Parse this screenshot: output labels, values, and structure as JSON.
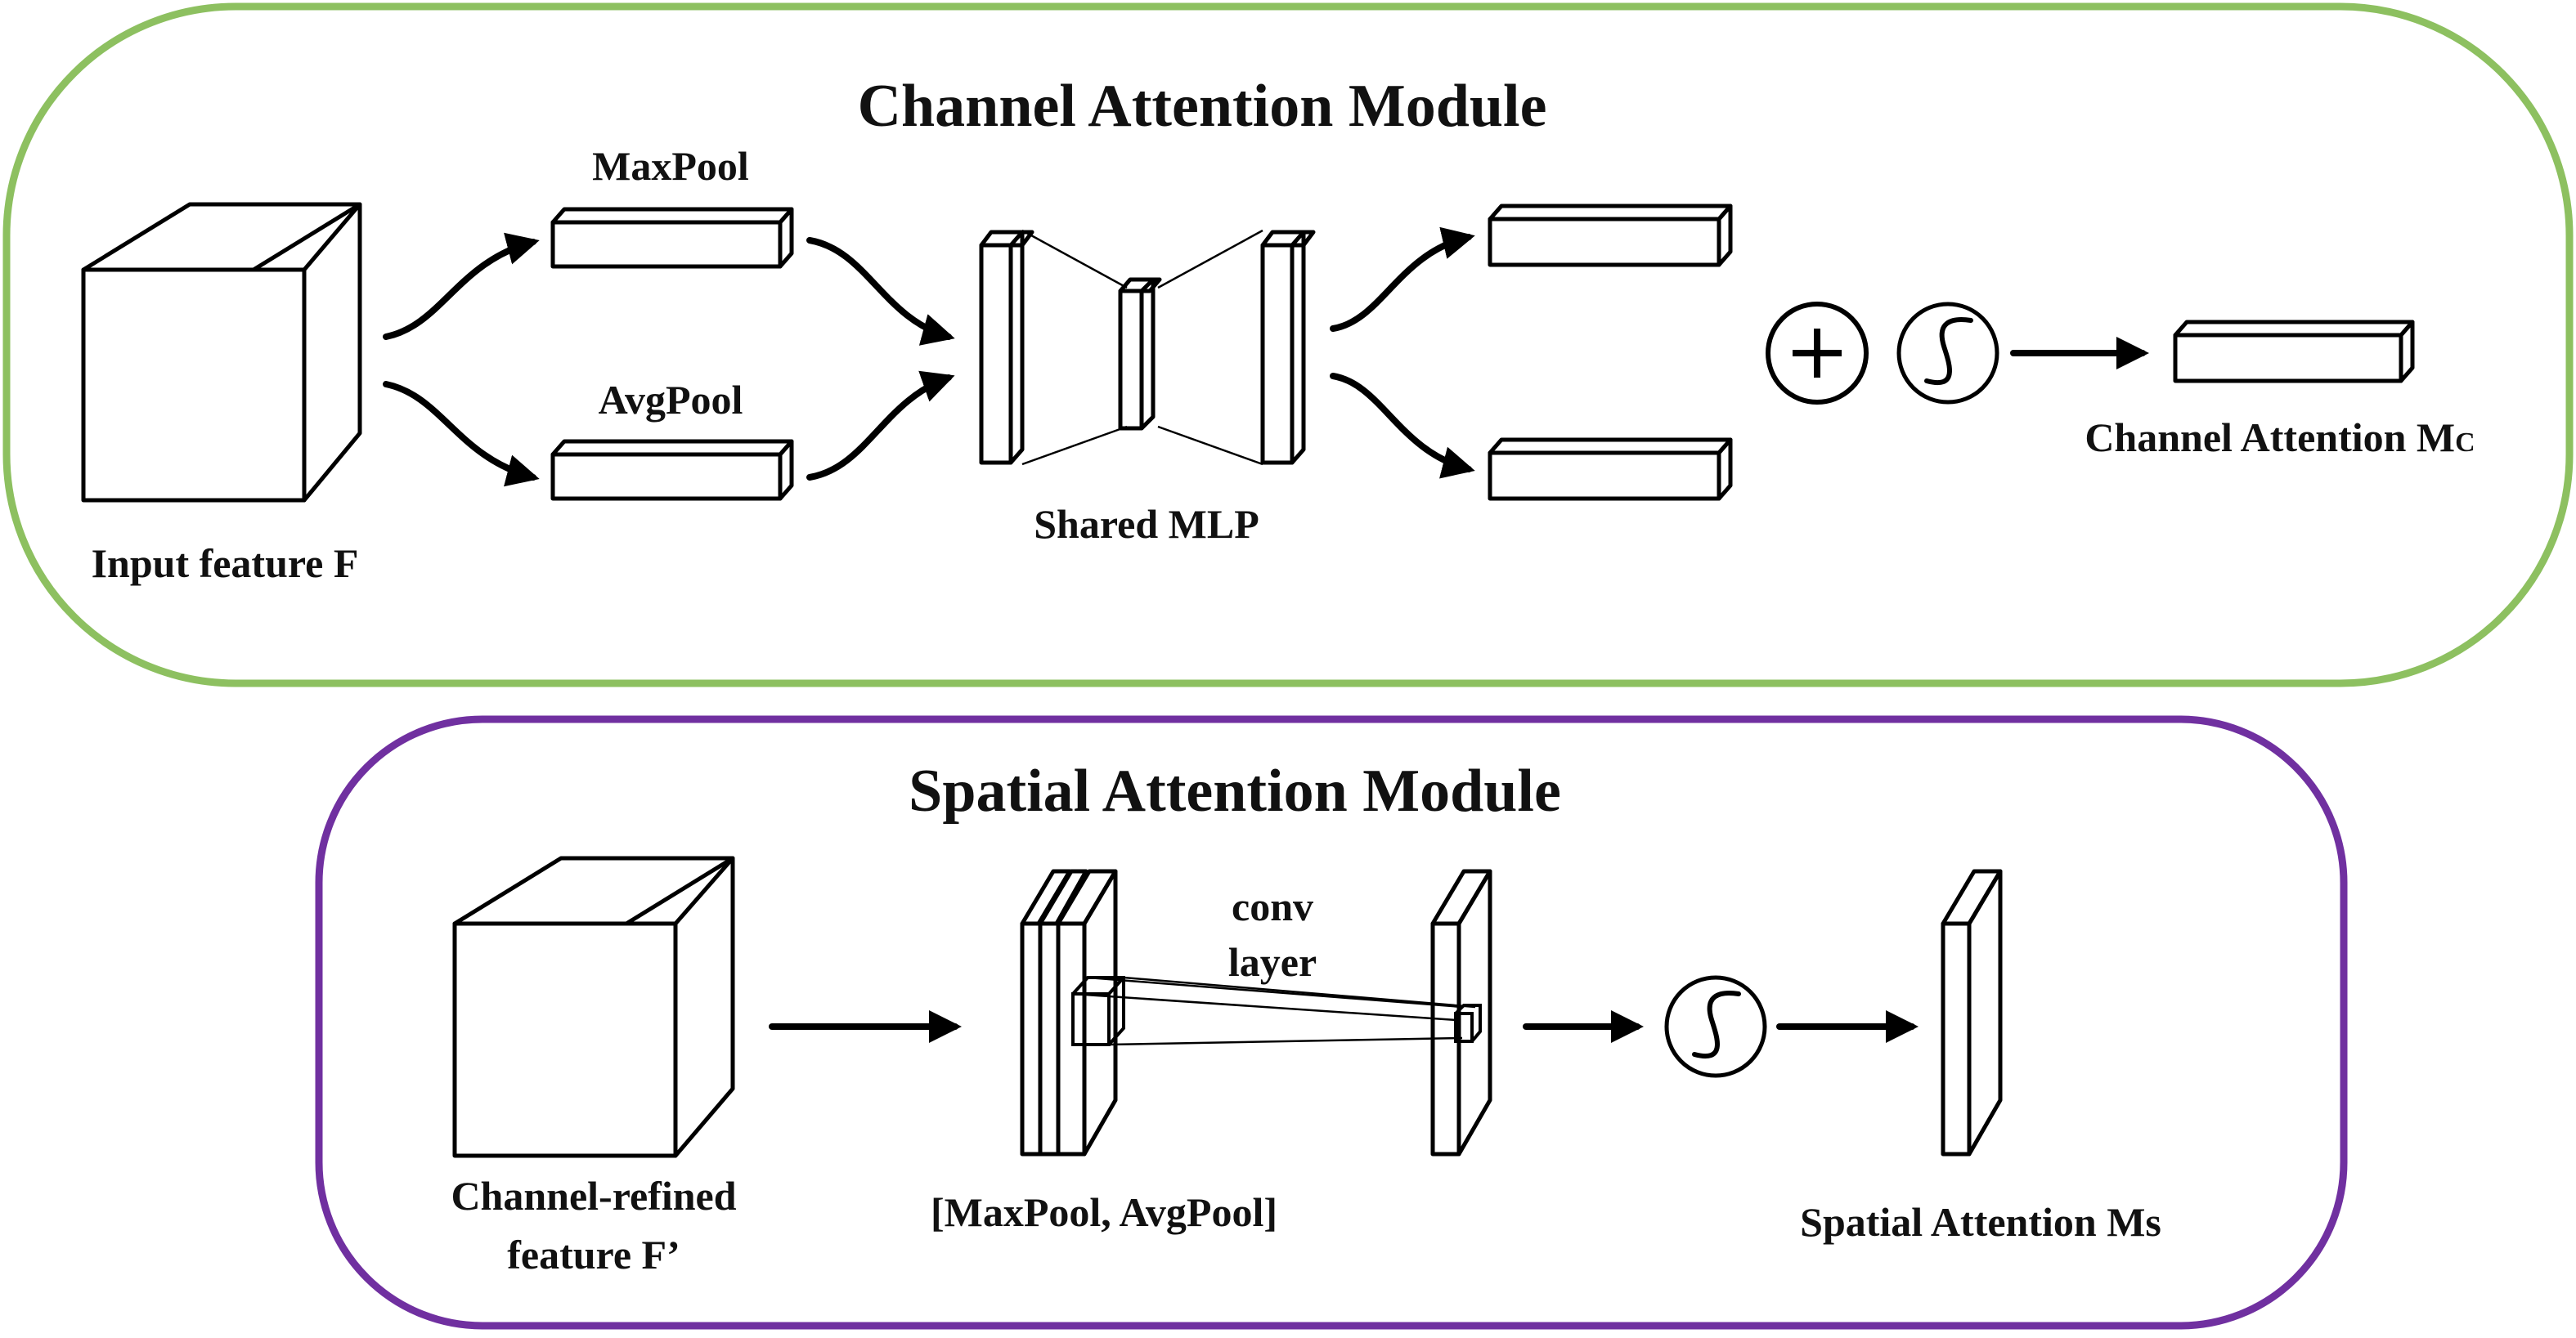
{
  "channel_module": {
    "title": "Channel Attention Module",
    "input_label": "Input feature F",
    "maxpool_label": "MaxPool",
    "avgpool_label": "AvgPool",
    "mlp_label": "Shared MLP",
    "output_label_main": "Channel Attention M",
    "output_label_sub": "C",
    "colors": {
      "border": "#8dc060",
      "cube_front": "#9ccbf8",
      "cube_top": "#cde6fc",
      "cube_side": "#63aefc",
      "maxpool": "#50b8bc",
      "avgpool": "#f89838",
      "mlp_out_top": "#cbeafc",
      "mlp_out_bottom": "#f89c9c",
      "output": "#70ad47"
    }
  },
  "spatial_module": {
    "title": "Spatial Attention Module",
    "input_label_line1": "Channel-refined",
    "input_label_line2": "feature F’",
    "pooled_label": "[MaxPool, AvgPool]",
    "conv_label_line1": "conv",
    "conv_label_line2": "layer",
    "output_label": "Spatial Attention Ms",
    "colors": {
      "border": "#7030a0",
      "cube_front": "#9ccbf8",
      "cube_top": "#cde6fc",
      "cube_side": "#63aefc",
      "map_orange": "#f88a18",
      "map_teal": "#50b8bc",
      "map_peach": "#f8c090",
      "output": "#b83cfc"
    }
  },
  "operators": {
    "plus": "plus-operator",
    "sigmoid": "sigmoid-operator"
  }
}
